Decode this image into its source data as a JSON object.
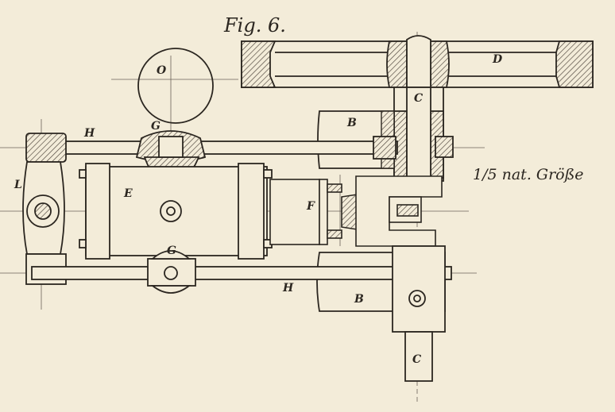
{
  "figure": {
    "title": "Fig. 6.",
    "scale_note": "1/5 nat. Größe"
  },
  "labels": {
    "O": "O",
    "D": "D",
    "C_top": "C",
    "C_bottom": "C",
    "B_top": "B",
    "B_bottom": "B",
    "G_top": "G",
    "G_bottom": "G",
    "H_top": "H",
    "H_bottom": "H",
    "L": "L",
    "E": "E",
    "F": "F"
  },
  "colors": {
    "paper": "#f3ecd9",
    "ink": "#2b2620",
    "hatch": "#5a5046"
  }
}
